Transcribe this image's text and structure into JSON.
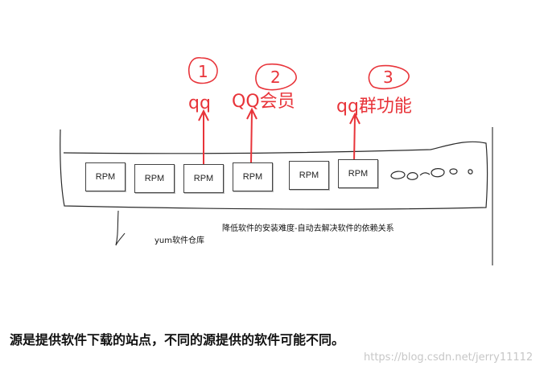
{
  "labels": {
    "num1": "1",
    "num2": "2",
    "num3": "3",
    "pkg1": "qq",
    "pkg2": "QQ会员",
    "pkg3": "qq群功能"
  },
  "rpm_boxes": [
    "RPM",
    "RPM",
    "RPM",
    "RPM",
    "RPM",
    "RPM"
  ],
  "repo_label": "yum软件仓库",
  "note": "降低软件的安装难度-自动去解决软件的依赖关系",
  "caption": "源是提供软件下载的站点，不同的源提供的软件可能不同。",
  "watermark": "https://blog.csdn.net/jerry11112",
  "colors": {
    "annotation": "#e8343a",
    "ink": "#222222"
  }
}
